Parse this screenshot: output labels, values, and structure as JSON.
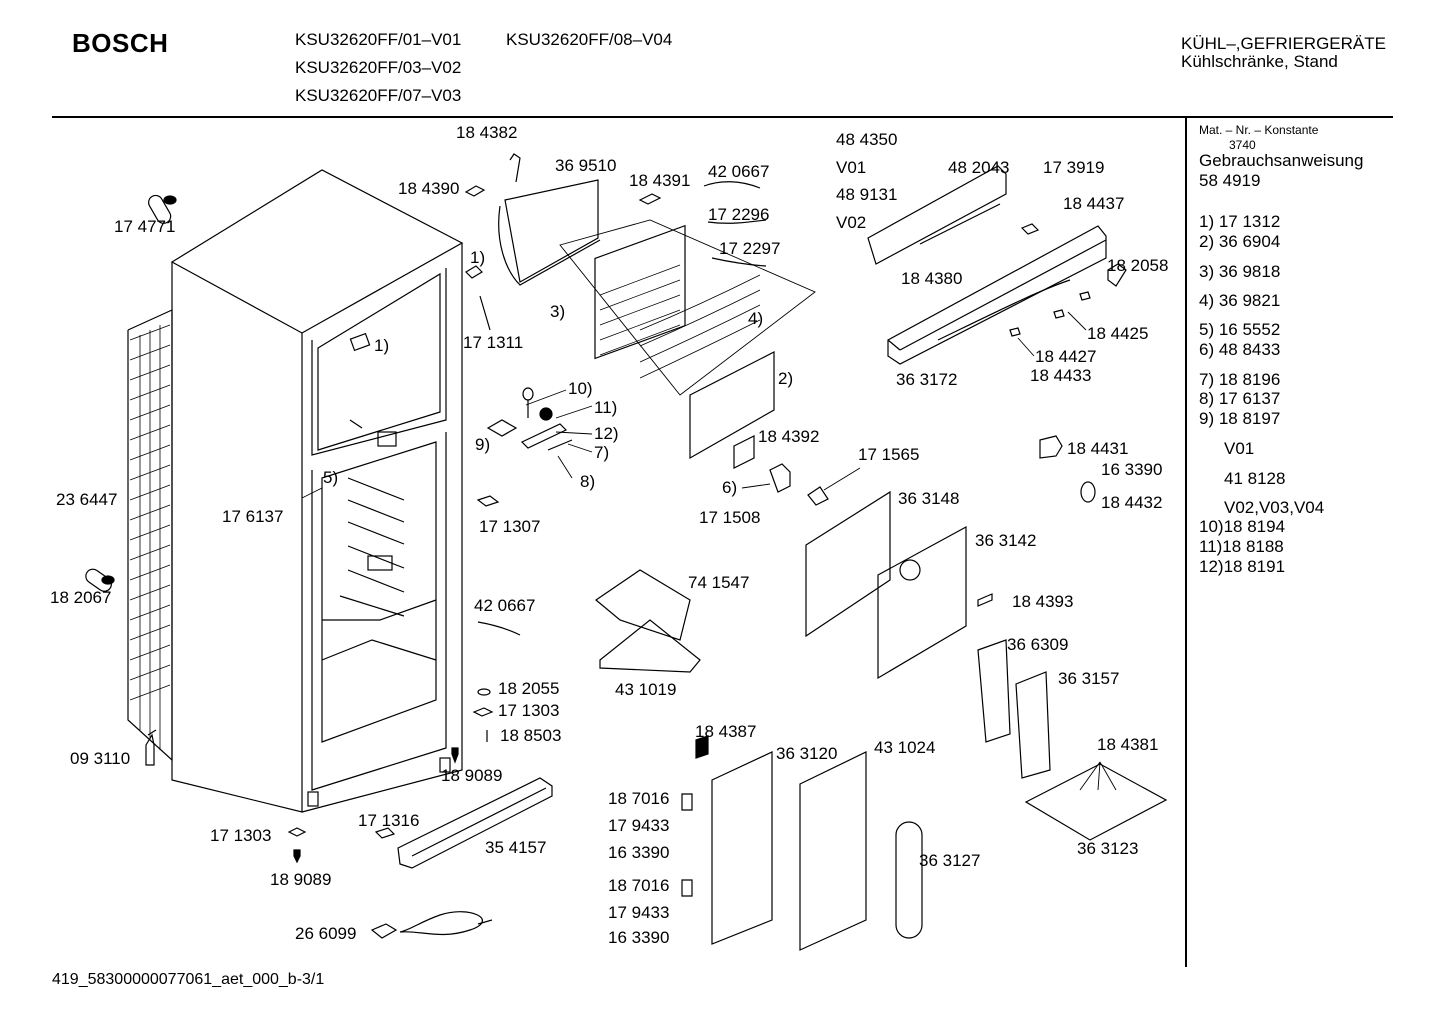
{
  "header": {
    "brand": "BOSCH",
    "models": [
      "KSU32620FF/01–V01",
      "KSU32620FF/03–V02",
      "KSU32620FF/07–V03",
      "KSU32620FF/08–V04"
    ],
    "category_line1": "KÜHL–,GEFRIERGERÄTE",
    "category_line2": "Kühlschränke, Stand"
  },
  "sidebar": {
    "mat_title": "Mat. – Nr. – Konstante",
    "mat_constant": "3740",
    "manual_label": "Gebrauchsanweisung",
    "manual_number": "58 4919",
    "items": [
      "1) 17 1312",
      "2) 36 6904",
      "3) 36 9818",
      "4) 36 9821",
      "5) 16 5552",
      "6) 48 8433",
      "7) 18 8196",
      "8) 17 6137",
      "9) 18 8197"
    ],
    "v01_label": "V01",
    "v01_number": "41 8128",
    "v02_label": "V02,V03,V04",
    "v02_items": [
      "10)18 8194",
      "11)18 8188",
      "12)18 8191"
    ]
  },
  "labels": {
    "l174771": "17 4771",
    "l236447": "23 6447",
    "l182067": "18 2067",
    "l093110": "09 3110",
    "l176137": "17 6137",
    "l171303a": "17 1303",
    "l189089a": "18 9089",
    "l171316": "17 1316",
    "l354157": "35 4157",
    "l266099": "26 6099",
    "l184382": "18 4382",
    "l184390": "18 4390",
    "l369510": "36 9510",
    "l184391": "18 4391",
    "l420667a": "42 0667",
    "l172296": "17 2296",
    "l172297": "17 2297",
    "l171311": "17 1311",
    "l171307": "17 1307",
    "l420667b": "42 0667",
    "l182055": "18 2055",
    "l171303b": "17 1303",
    "l188503": "18 8503",
    "l189089b": "18 9089",
    "l184392": "18 4392",
    "l171508": "17 1508",
    "l741547": "74 1547",
    "l431019": "43 1019",
    "l171565": "17 1565",
    "l363148": "36 3148",
    "l363142": "36 3142",
    "l184393": "18 4393",
    "l484350": "48 4350",
    "lv01": "V01",
    "l489131": "48 9131",
    "lv02": "V02",
    "l482043": "48 2043",
    "l173919": "17 3919",
    "l184437": "18 4437",
    "l184380": "18 4380",
    "l182058": "18 2058",
    "l184425": "18 4425",
    "l184427": "18 4427",
    "l184433": "18 4433",
    "l363172": "36 3172",
    "l184431": "18 4431",
    "l163390a": "16 3390",
    "l184432": "18 4432",
    "l366309": "36 6309",
    "l363157": "36 3157",
    "l184381": "18 4381",
    "l363123": "36 3123",
    "l184387": "18 4387",
    "l363120": "36 3120",
    "l431024": "43 1024",
    "l363127": "36 3127",
    "l187016a": "18 7016",
    "l179433a": "17 9433",
    "l163390b": "16 3390",
    "l187016b": "18 7016",
    "l179433b": "17 9433",
    "l163390c": "16 3390",
    "c1a": "1)",
    "c1b": "1)",
    "c2": "2)",
    "c3": "3)",
    "c4": "4)",
    "c5": "5)",
    "c6": "6)",
    "c7": "7)",
    "c8": "8)",
    "c9": "9)",
    "c10": "10)",
    "c11": "11)",
    "c12": "12)"
  },
  "footer": {
    "code": "419_58300000077061_aet_000_b-3/1"
  }
}
